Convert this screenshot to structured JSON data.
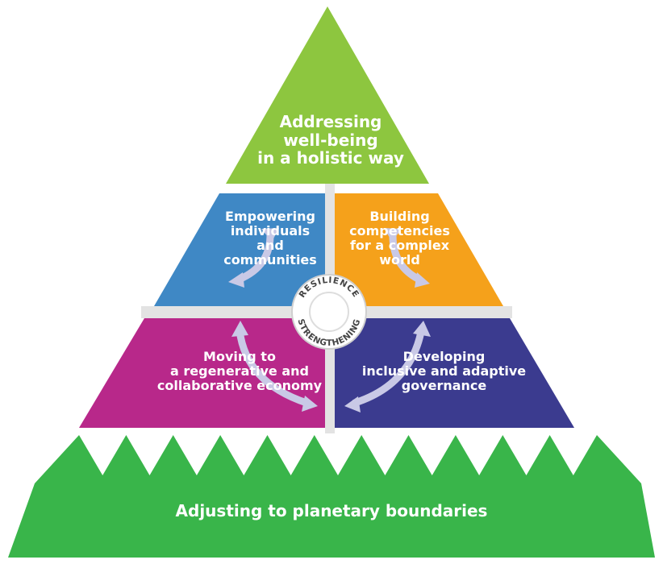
{
  "diagram": {
    "top": {
      "lines": [
        "Addressing",
        "well-being",
        "in a holistic way"
      ],
      "color": "#8dc63f"
    },
    "quadrants": [
      {
        "id": "empowering",
        "lines": [
          "Empowering",
          "individuals",
          "and",
          "communities"
        ],
        "color": "#3f88c5"
      },
      {
        "id": "building",
        "lines": [
          "Building",
          "competencies",
          "for a complex",
          "world"
        ],
        "color": "#f5a11b"
      },
      {
        "id": "moving",
        "lines": [
          "Moving to",
          "a regenerative and",
          "collaborative economy"
        ],
        "color": "#b8288a"
      },
      {
        "id": "developing",
        "lines": [
          "Developing",
          "inclusive and adaptive",
          "governance"
        ],
        "color": "#3b3b8f"
      }
    ],
    "center": {
      "ring_top": "RESILIENCE",
      "ring_bottom": "STRENGTHENING",
      "text_color": "#444444"
    },
    "base": {
      "label": "Adjusting to planetary boundaries",
      "color": "#39b54a",
      "zigzag_teeth": 11
    },
    "separator_color": "#e3e3e3",
    "arrow_color": "#c9c9e6"
  }
}
